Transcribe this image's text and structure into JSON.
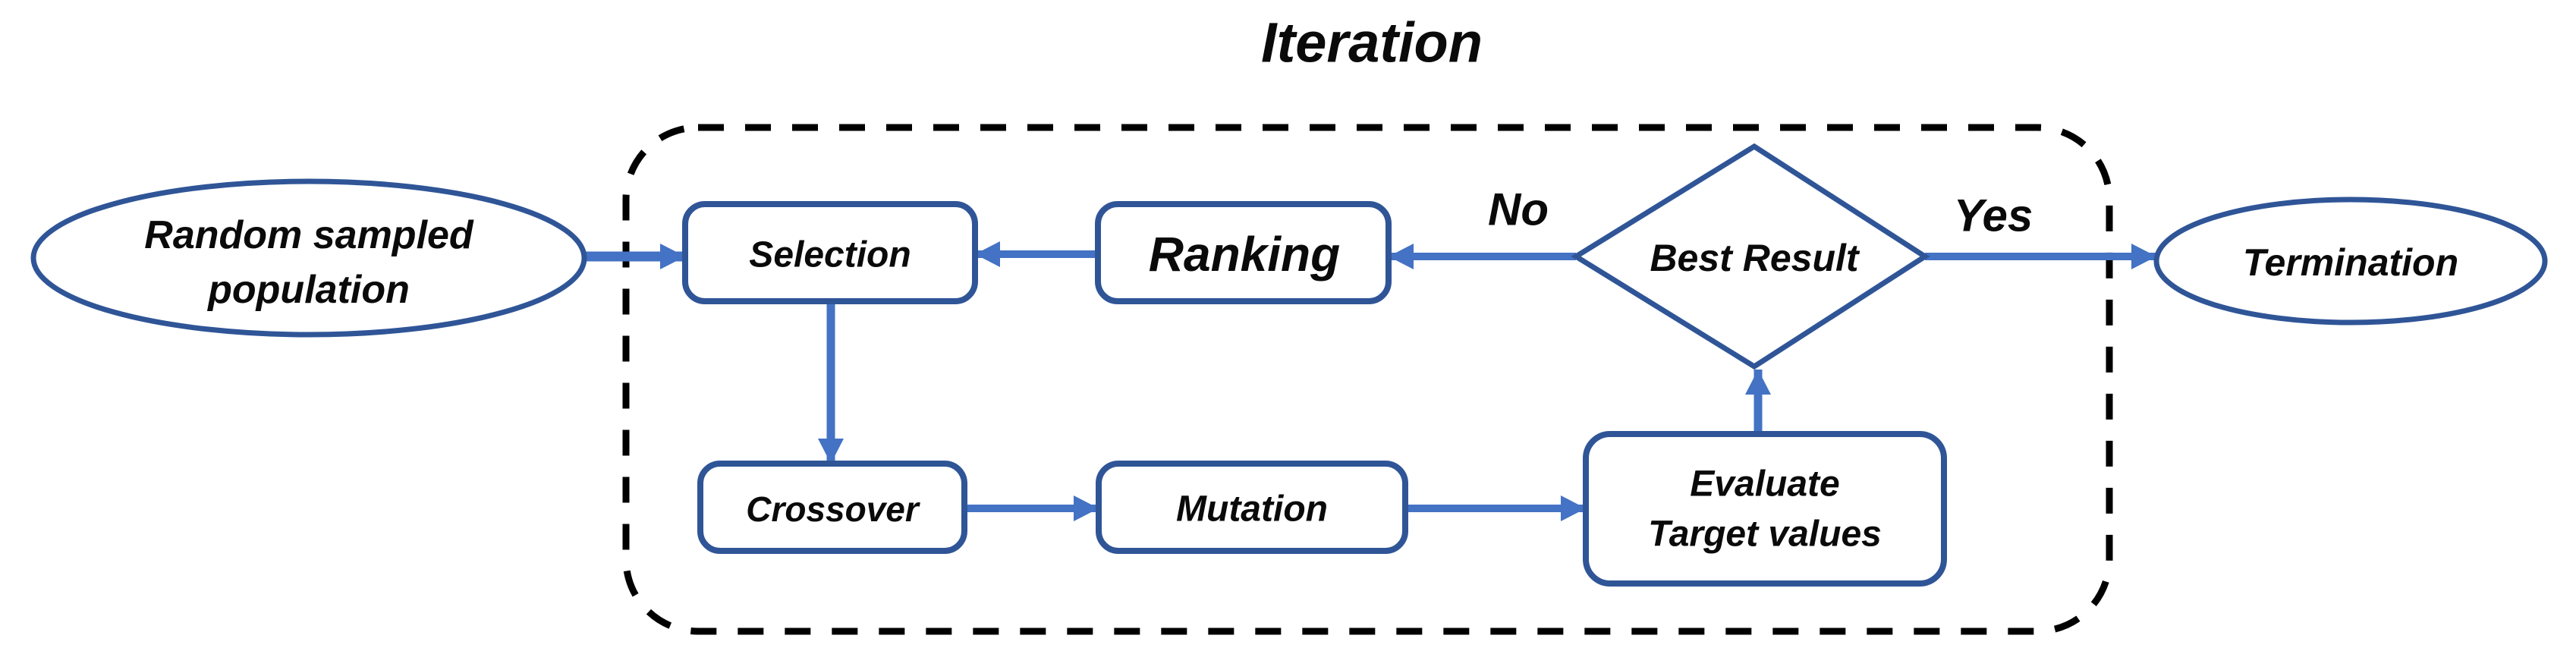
{
  "diagram": {
    "title": "Iteration",
    "nodes": {
      "random_population": {
        "shape": "ellipse",
        "lines": [
          "Random sampled",
          "population"
        ]
      },
      "selection": {
        "shape": "rounded-rect",
        "label": "Selection"
      },
      "ranking": {
        "shape": "rounded-rect",
        "label": "Ranking"
      },
      "crossover": {
        "shape": "rounded-rect",
        "label": "Crossover"
      },
      "mutation": {
        "shape": "rounded-rect",
        "label": "Mutation"
      },
      "evaluate": {
        "shape": "rounded-rect",
        "lines": [
          "Evaluate",
          "Target values"
        ]
      },
      "best_result": {
        "shape": "diamond",
        "label": "Best Result"
      },
      "termination": {
        "shape": "ellipse",
        "label": "Termination"
      }
    },
    "edge_labels": {
      "no": "No",
      "yes": "Yes"
    },
    "edges": [
      "random_population -> selection",
      "ranking -> selection",
      "best_result -> ranking (No)",
      "best_result -> termination (Yes)",
      "selection -> crossover",
      "crossover -> mutation",
      "mutation -> evaluate",
      "evaluate -> best_result"
    ],
    "colors": {
      "shape_border": "#2F5597",
      "arrow": "#4472C4",
      "dashed_boundary": "#000000",
      "text": "#0A0A0A",
      "background": "#FFFFFF"
    }
  }
}
